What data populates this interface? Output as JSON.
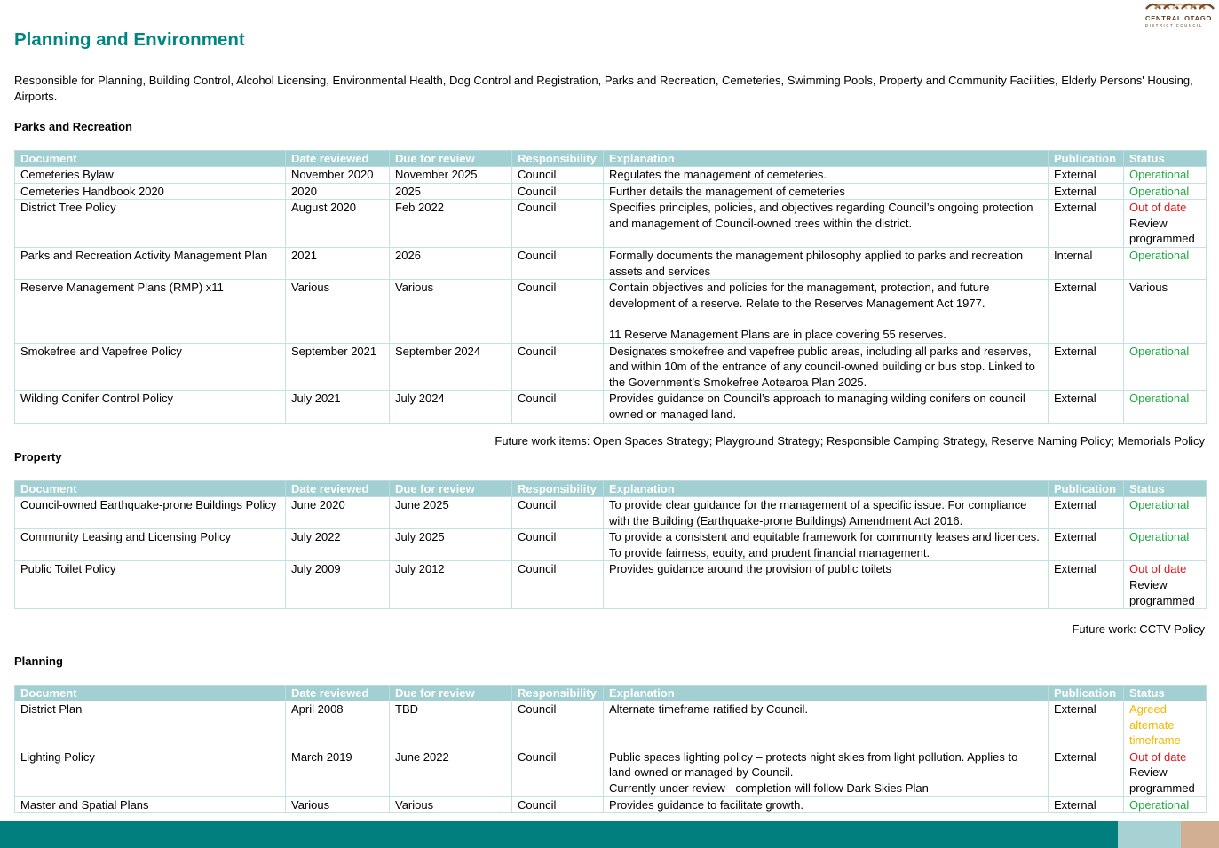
{
  "logo": {
    "line1": "CENTRAL OTAGO",
    "line2": "DISTRICT COUNCIL",
    "colors": [
      "#7a4a2a",
      "#b98a5e",
      "#e0c3a4"
    ]
  },
  "page_title": "Planning and Environment",
  "intro": "Responsible for Planning, Building Control, Alcohol Licensing, Environmental Health, Dog Control and Registration, Parks and Recreation, Cemeteries, Swimming Pools, Property and Community Facilities, Elderly Persons' Housing, Airports.",
  "columns": [
    "Document",
    "Date reviewed",
    "Due for review",
    "Responsibility",
    "Explanation",
    "Publication",
    "Status"
  ],
  "sections": [
    {
      "heading": "Parks and Recreation",
      "rows": [
        [
          "Cemeteries Bylaw",
          "November 2020",
          "November 2025",
          "Council",
          "Regulates the management of cemeteries.",
          "External",
          "Operational"
        ],
        [
          "Cemeteries Handbook 2020",
          "2020",
          "2025",
          "Council",
          "Further details the management of cemeteries",
          "External",
          "Operational"
        ],
        [
          "District Tree Policy",
          "August 2020",
          "Feb 2022",
          "Council",
          "Specifies principles, policies, and objectives regarding Council’s ongoing protection and management of Council-owned trees within the district.",
          "External",
          "Out of date\nReview programmed"
        ],
        [
          "Parks and Recreation Activity Management Plan",
          "2021",
          "2026",
          "Council",
          "Formally documents the management philosophy applied to parks and recreation assets and services",
          "Internal",
          "Operational"
        ],
        [
          "Reserve Management Plans (RMP) x11",
          "Various",
          "Various",
          "Council",
          "Contain objectives and policies for the management, protection, and future development of a reserve. Relate to the Reserves Management Act 1977.\n\n11 Reserve Management Plans are in place covering 55 reserves.",
          "External",
          "Various"
        ],
        [
          "Smokefree and Vapefree Policy",
          "September 2021",
          "September 2024",
          "Council",
          "Designates smokefree and vapefree public areas, including all parks and reserves, and within 10m of the entrance of any council-owned building or bus stop. Linked to the Government’s Smokefree Aotearoa Plan 2025.",
          "External",
          "Operational"
        ],
        [
          "Wilding Conifer Control Policy",
          "July 2021",
          "July 2024",
          "Council",
          "Provides guidance on Council’s approach to managing wilding conifers on council owned or managed land.",
          "External",
          "Operational"
        ]
      ],
      "future": "Future work items: Open Spaces Strategy; Playground Strategy; Responsible Camping Strategy, Reserve Naming Policy; Memorials Policy"
    },
    {
      "heading": "Property",
      "rows": [
        [
          "Council-owned Earthquake-prone Buildings Policy",
          "June 2020",
          "June 2025",
          "Council",
          "To provide clear guidance for the management of a specific issue. For compliance with the Building (Earthquake-prone Buildings) Amendment Act 2016.",
          "External",
          "Operational"
        ],
        [
          "Community Leasing and Licensing Policy",
          "July 2022",
          "July 2025",
          "Council",
          "To provide a consistent and equitable framework for community leases and licences. To provide fairness, equity, and prudent financial management.",
          "External",
          "Operational"
        ],
        [
          "Public Toilet Policy",
          "July 2009",
          "July 2012",
          "Council",
          "Provides guidance around the provision of public toilets",
          "External",
          "Out of date\nReview programmed"
        ]
      ],
      "future": "Future work: CCTV Policy"
    },
    {
      "heading": "Planning",
      "rows": [
        [
          "District Plan",
          "April 2008",
          "TBD",
          "Council",
          "Alternate timeframe ratified by Council.",
          "External",
          "Agreed alternate timeframe"
        ],
        [
          "Lighting Policy",
          "March 2019",
          "June 2022",
          "Council",
          "Public spaces lighting policy – protects night skies from light pollution. Applies to land owned or managed by Council.\nCurrently under review - completion will follow Dark Skies Plan",
          "External",
          "Out of date\nReview programmed"
        ],
        [
          "Master and Spatial Plans",
          "Various",
          "Various",
          "Council",
          "Provides guidance to facilitate growth.",
          "External",
          "Operational"
        ]
      ],
      "future": ""
    }
  ],
  "status_colors": {
    "Operational": "#1cab3f",
    "Out of date": "#e8171c",
    "Agreed": "#f5b800"
  },
  "footer_colors": [
    "#007f7e",
    "#a6d2d4",
    "#d2ae93"
  ]
}
